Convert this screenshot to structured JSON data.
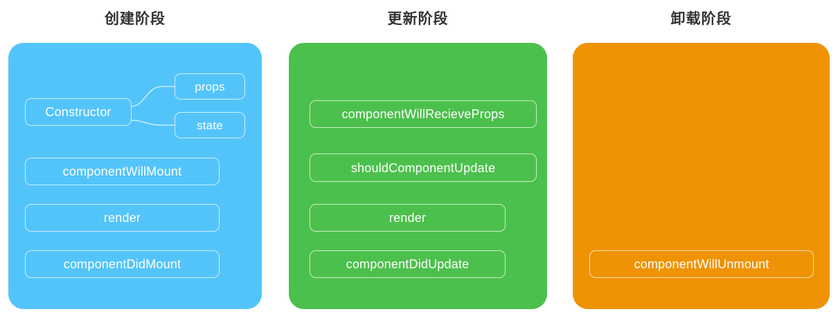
{
  "diagram": {
    "title_create": "创建阶段",
    "title_update": "更新阶段",
    "title_unmount": "卸载阶段"
  },
  "colors": {
    "background": "#ffffff",
    "create_panel": "#53c4fa",
    "update_panel": "#4cc04c",
    "unmount_panel": "#ef9304",
    "box_border": "rgba(255,255,255,0.72)",
    "box_text": "#ffffff",
    "title_text": "#333333"
  },
  "phases": {
    "create": {
      "title": "创建阶段",
      "items": [
        {
          "label": "Constructor"
        },
        {
          "label": "props"
        },
        {
          "label": "state"
        },
        {
          "label": "componentWillMount"
        },
        {
          "label": "render"
        },
        {
          "label": "componentDidMount"
        }
      ]
    },
    "update": {
      "title": "更新阶段",
      "items": [
        {
          "label": "componentWillRecieveProps"
        },
        {
          "label": "shouldComponentUpdate"
        },
        {
          "label": "render"
        },
        {
          "label": "componentDidUpdate"
        }
      ]
    },
    "unmount": {
      "title": "卸载阶段",
      "items": [
        {
          "label": "componentWillUnmount"
        }
      ]
    }
  }
}
